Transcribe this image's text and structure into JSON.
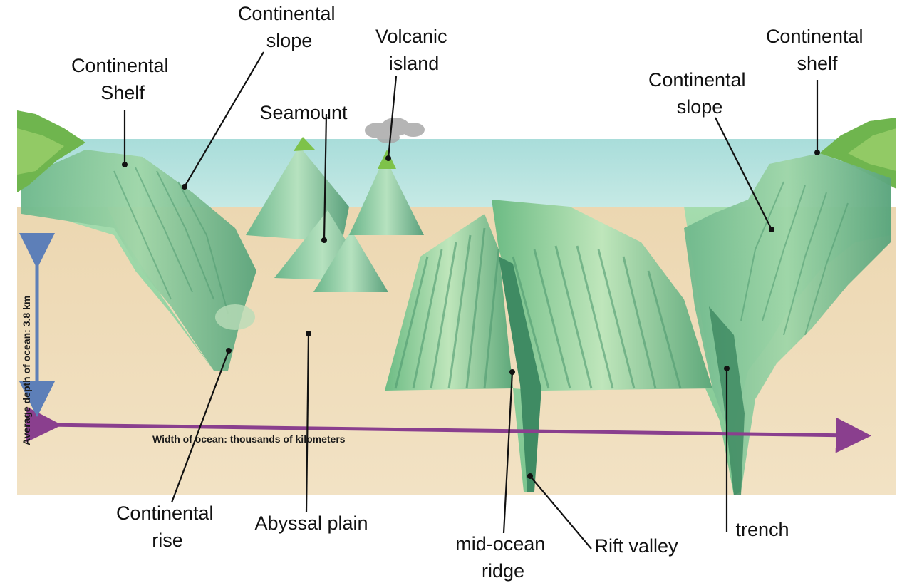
{
  "labels": {
    "continental_shelf_left": [
      "Continental",
      "Shelf"
    ],
    "continental_slope_left": [
      "Continental",
      "slope"
    ],
    "volcanic_island": [
      "Volcanic",
      "island"
    ],
    "seamount": "Seamount",
    "continental_slope_right": [
      "Continental",
      "slope"
    ],
    "continental_shelf_right": [
      "Continental",
      "shelf"
    ],
    "continental_rise": [
      "Continental",
      "rise"
    ],
    "abyssal_plain": "Abyssal plain",
    "mid_ocean_ridge": [
      "mid-ocean",
      "ridge"
    ],
    "rift_valley": "Rift valley",
    "trench": "trench"
  },
  "annotations": {
    "ocean_width": "Width of ocean: thousands of kilometers",
    "ocean_depth": "Average depth of ocean: 3.8 km"
  },
  "colors": {
    "water": "#a8dcd8",
    "seafloor": "#8ccf9c",
    "sediment": "#e9d4ad",
    "width_arrow": "#8a3f8e",
    "depth_arrow": "#5d7fb8",
    "land": "#6fb54e"
  }
}
